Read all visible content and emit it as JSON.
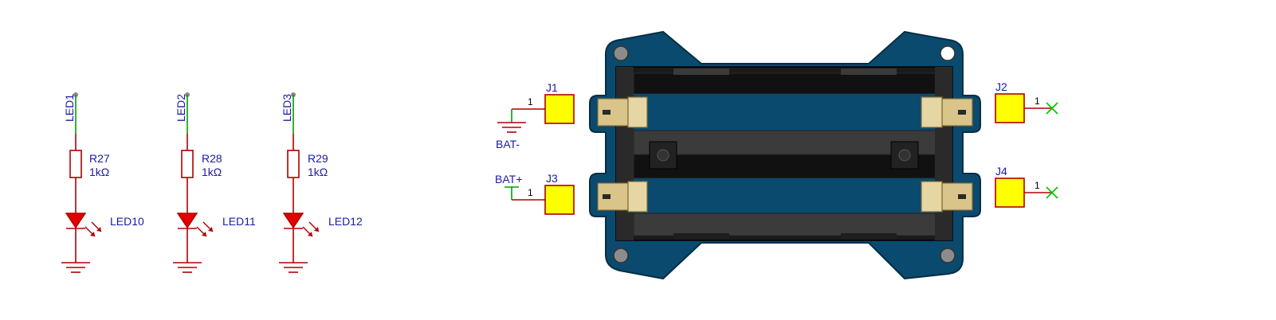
{
  "colors": {
    "wire_red": "#b00000",
    "wire_green": "#00a000",
    "label_blue": "#1a1aa8",
    "led_red": "#e00000",
    "pad_yellow": "#ffff00",
    "pcb_blue": "#0a4a6e",
    "holder_black": "#1a1a1a",
    "contact_gold": "#d9c48a",
    "noconnect_green": "#00cc00"
  },
  "led_circuits": [
    {
      "net": "LED1",
      "resistor": "R27",
      "value": "1kΩ",
      "led": "LED10"
    },
    {
      "net": "LED2",
      "resistor": "R28",
      "value": "1kΩ",
      "led": "LED11"
    },
    {
      "net": "LED3",
      "resistor": "R29",
      "value": "1kΩ",
      "led": "LED12"
    }
  ],
  "connectors": {
    "j1": {
      "ref": "J1",
      "pin": "1",
      "net": "BAT-"
    },
    "j2": {
      "ref": "J2",
      "pin": "1"
    },
    "j3": {
      "ref": "J3",
      "pin": "1",
      "net": "BAT+"
    },
    "j4": {
      "ref": "J4",
      "pin": "1"
    }
  }
}
